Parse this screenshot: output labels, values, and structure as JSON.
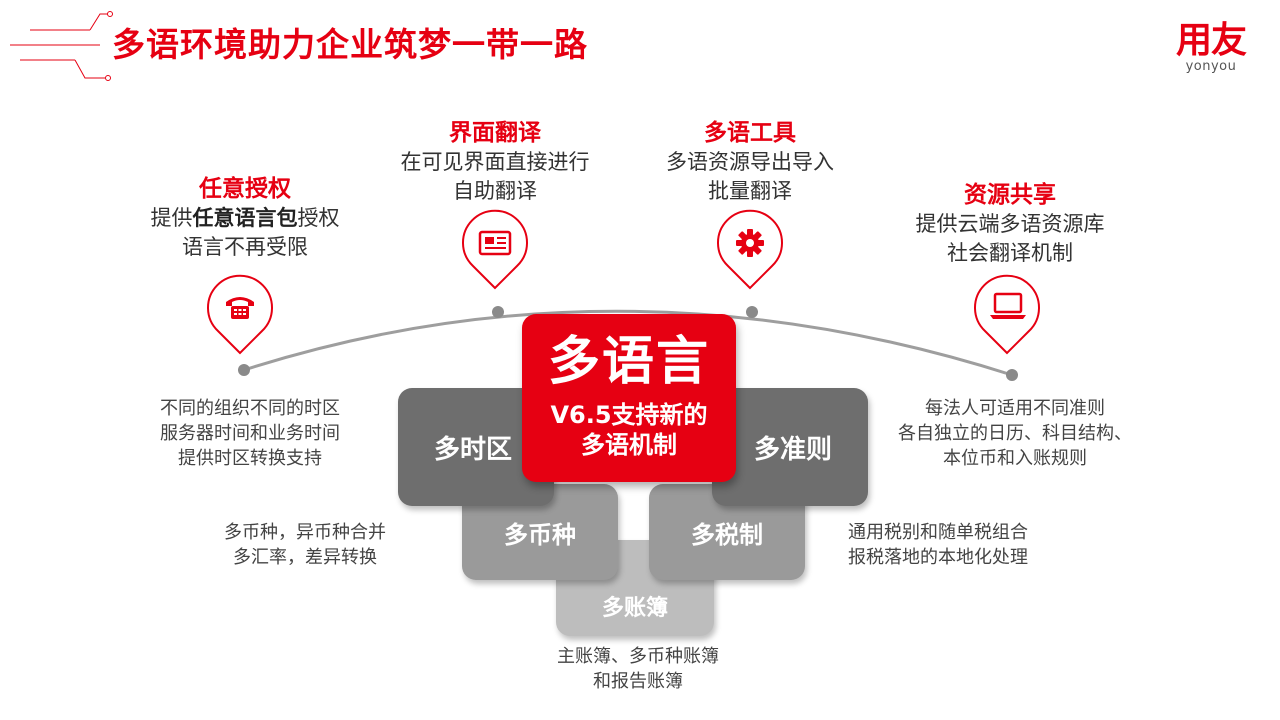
{
  "header": {
    "title": "多语环境助力企业筑梦一带一路",
    "logo_cn": "用友",
    "logo_en": "yonyou"
  },
  "features": {
    "authorize": {
      "heading": "任意授权",
      "line1_pre": "提供",
      "line1_bold": "任意语言包",
      "line1_post": "授权",
      "line2": "语言不再受限",
      "icon": "telephone-icon"
    },
    "ui_translate": {
      "heading": "界面翻译",
      "line1": "在可见界面直接进行",
      "line2": "自助翻译",
      "icon": "newspaper-icon"
    },
    "tools": {
      "heading": "多语工具",
      "line1": "多语资源导出导入",
      "line2": "批量翻译",
      "icon": "gear-icon"
    },
    "share": {
      "heading": "资源共享",
      "line1": "提供云端多语资源库",
      "line2": "社会翻译机制",
      "icon": "laptop-icon"
    }
  },
  "center": {
    "main": "多语言",
    "sub1": "V6.5支持新的",
    "sub2": "多语机制"
  },
  "boxes": {
    "timezone": "多时区",
    "rules": "多准则",
    "currency": "多币种",
    "tax": "多税制",
    "ledger": "多账簿"
  },
  "descriptions": {
    "timezone": [
      "不同的组织不同的时区",
      "服务器时间和业务时间",
      "提供时区转换支持"
    ],
    "rules": [
      "每法人可适用不同准则",
      "各自独立的日历、科目结构、",
      "本位币和入账规则"
    ],
    "currency": [
      "多币种，异币种合并",
      "多汇率，差异转换"
    ],
    "tax": [
      "通用税别和随单税组合",
      "报税落地的本地化处理"
    ],
    "ledger": [
      "主账簿、多币种账簿",
      "和报告账簿"
    ]
  },
  "colors": {
    "accent": "#e60012",
    "box_dark": "#6e6e6e",
    "box_mid": "#9a9a9a",
    "box_light": "#bdbdbd"
  }
}
